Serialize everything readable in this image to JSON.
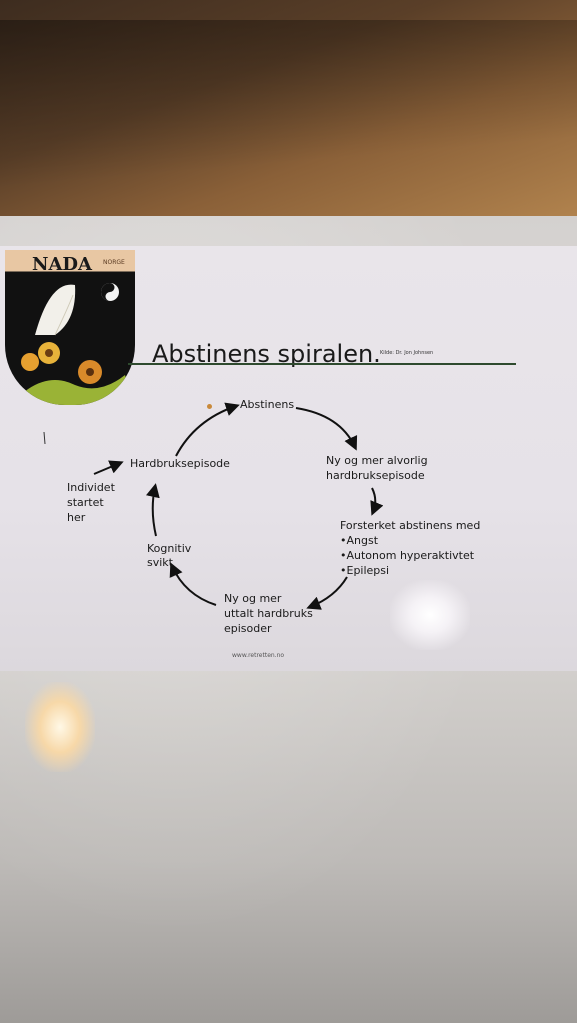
{
  "logo": {
    "name": "NADA",
    "subname": "NORGE"
  },
  "title": "Abstinens spiralen.",
  "source": "Kilde: Dr. Jon Johnsen",
  "diagram": {
    "nodes": {
      "top": "Abstinens",
      "right_upper": [
        "Ny og mer alvorlig",
        "hardbruksepisode"
      ],
      "right_lower": {
        "heading": "Forsterket abstinens med",
        "bullets": [
          "•Angst",
          "•Autonom hyperaktivtet",
          "•Epilepsi"
        ]
      },
      "bottom": [
        "Ny og mer",
        "uttalt hardbruks",
        "episoder"
      ],
      "left_lower": [
        "Kognitiv",
        "svikt"
      ],
      "left_upper": "Hardbruksepisode",
      "start": [
        "Individet",
        "startet",
        "her"
      ]
    }
  },
  "footer_url": "www.retretten.no"
}
